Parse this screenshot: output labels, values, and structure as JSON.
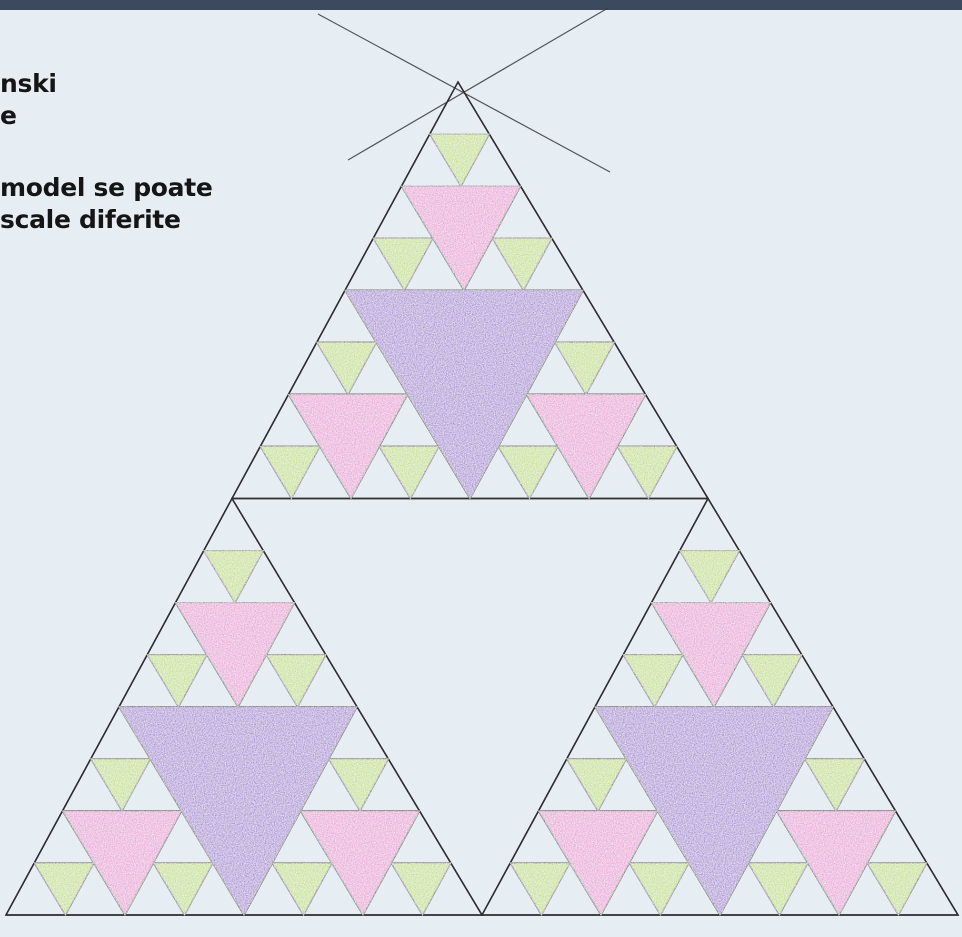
{
  "caption": {
    "lines": [
      "nski",
      "e",
      "model se poate",
      "scale diferite"
    ]
  },
  "drawing": {
    "subject": "hand-drawn-sierpinski-triangle",
    "levels": 4,
    "colors": {
      "background": "#e6edf3",
      "top_bar": "#3b4a5e",
      "outline": "#2f2f33",
      "large_fill": "#7b2fc2",
      "medium_fill": "#e06fc4",
      "small_fill": "#a9d21a"
    }
  }
}
